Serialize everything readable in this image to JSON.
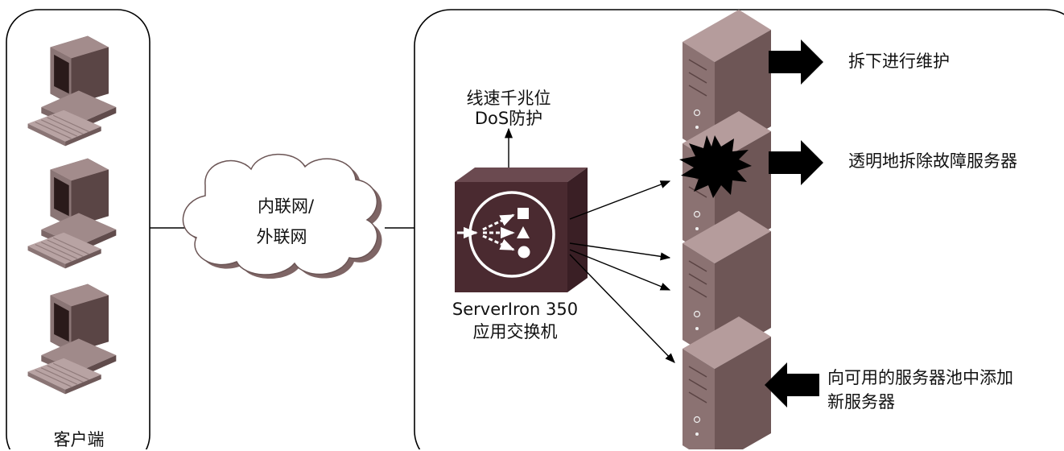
{
  "clients": {
    "label": "客户端"
  },
  "network": {
    "line1": "内联网/",
    "line2": "外联网"
  },
  "switch": {
    "name_line1": "ServerIron 350",
    "name_line2": "应用交换机",
    "dos_line1": "线速千兆位",
    "dos_line2": "DoS防护"
  },
  "servers": {
    "maintenance": "拆下进行维护",
    "failed": "透明地拆除故障服务器",
    "add_line1": "向可用的服务器池中添加",
    "add_line2": "新服务器"
  },
  "colors": {
    "server_front": "#8b7272",
    "server_side": "#6e5656",
    "server_top": "#b59c9c",
    "switch_front": "#4a2a30",
    "switch_side": "#3a1f25",
    "computer_gray": "#8a7575"
  },
  "icons": [
    "computer-icon",
    "cloud-icon",
    "switch-icon",
    "server-icon",
    "starburst-icon",
    "arrow-icon"
  ]
}
